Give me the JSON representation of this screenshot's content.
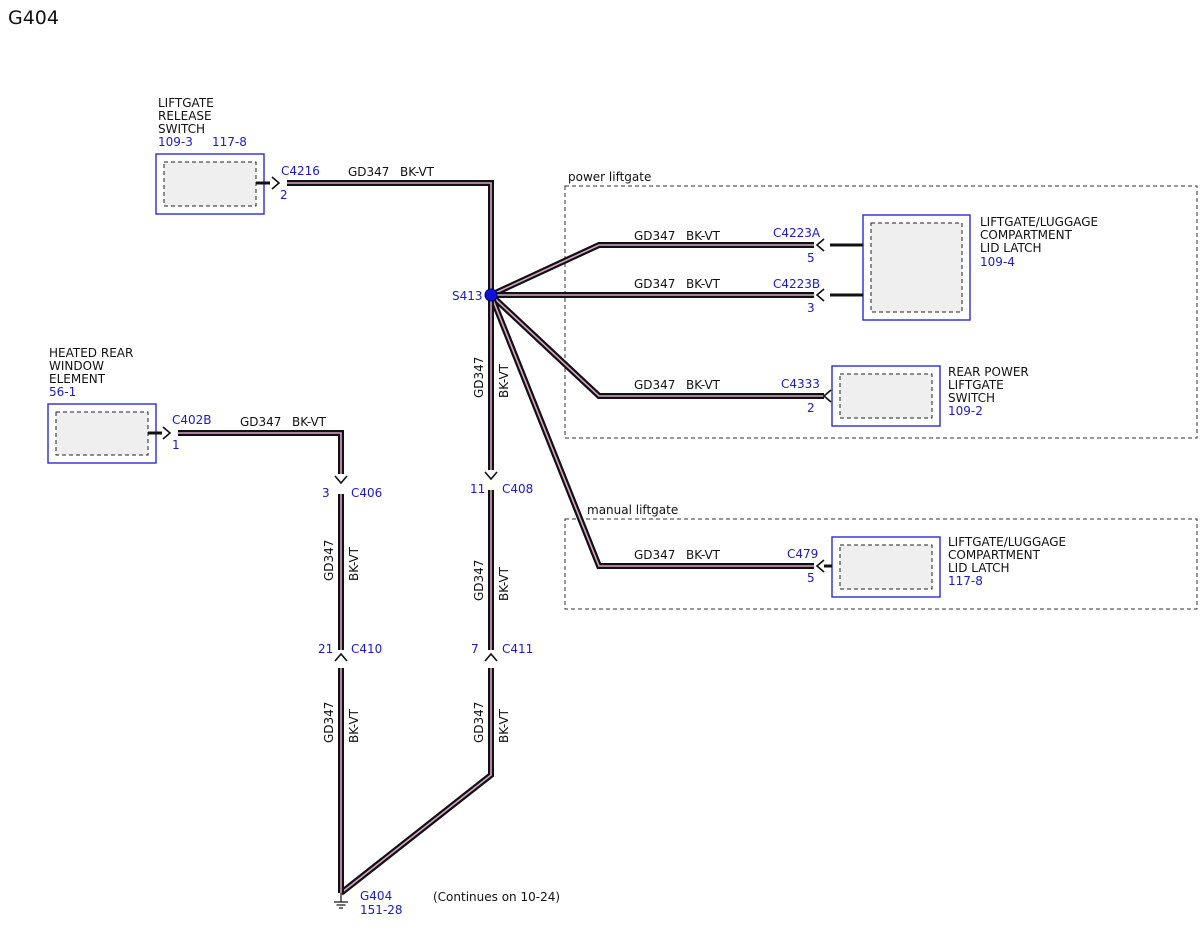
{
  "page_title": "G404",
  "footnote": "(Continues on 10-24)",
  "colors": {
    "wire": "#111111",
    "wire_tracer": "#d9a5c8",
    "component_border": "#2a2add",
    "reference_text": "#1a1acc"
  },
  "regions": {
    "power": {
      "label": "power liftgate"
    },
    "manual": {
      "label": "manual liftgate"
    }
  },
  "wire": {
    "circuit": "GD347",
    "color": "BK-VT"
  },
  "splice": {
    "id": "S413"
  },
  "ground": {
    "id": "G404",
    "ref": "151-28"
  },
  "components": {
    "release_switch": {
      "name_lines": [
        "LIFTGATE",
        "RELEASE",
        "SWITCH"
      ],
      "refs": [
        "109-3",
        "117-8"
      ],
      "connector": "C4216",
      "pin": "2"
    },
    "heated_rear": {
      "name_lines": [
        "HEATED REAR",
        "WINDOW",
        "ELEMENT"
      ],
      "refs": [
        "56-1"
      ],
      "connector": "C402B",
      "pin": "1"
    },
    "latch_power": {
      "name_lines": [
        "LIFTGATE/LUGGAGE",
        "COMPARTMENT",
        "LID LATCH"
      ],
      "refs": [
        "109-4"
      ],
      "connector_a": "C4223A",
      "pin_a": "5",
      "connector_b": "C4223B",
      "pin_b": "3"
    },
    "rear_power_switch": {
      "name_lines": [
        "REAR POWER",
        "LIFTGATE",
        "SWITCH"
      ],
      "refs": [
        "109-2"
      ],
      "connector": "C4333",
      "pin": "2"
    },
    "latch_manual": {
      "name_lines": [
        "LIFTGATE/LUGGAGE",
        "COMPARTMENT",
        "LID LATCH"
      ],
      "refs": [
        "117-8"
      ],
      "connector": "C479",
      "pin": "5"
    }
  },
  "inline_connectors": {
    "c406": {
      "id": "C406",
      "pin": "3"
    },
    "c408": {
      "id": "C408",
      "pin": "11"
    },
    "c410": {
      "id": "C410",
      "pin": "21"
    },
    "c411": {
      "id": "C411",
      "pin": "7"
    }
  }
}
